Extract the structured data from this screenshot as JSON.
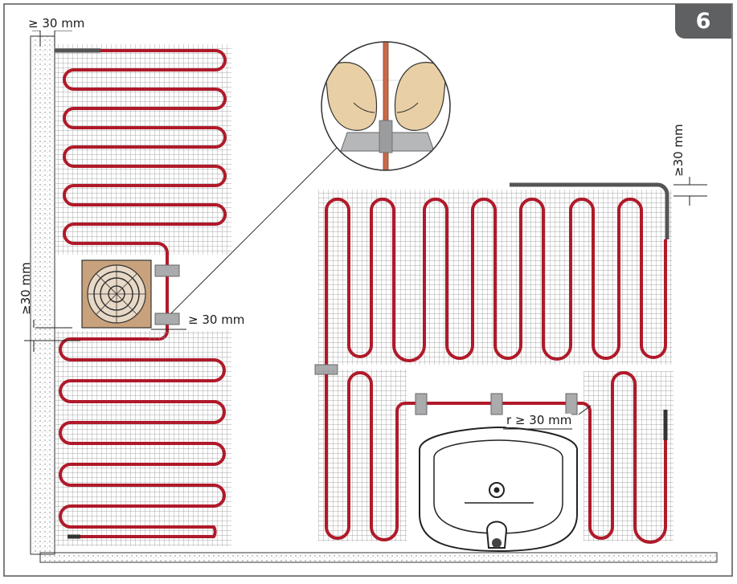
{
  "page": {
    "number": "6"
  },
  "labels": {
    "top_left": "≥ 30 mm",
    "left_vertical": "≥30 mm",
    "drain_right": "≥ 30 mm",
    "right_vertical": "≥30 mm",
    "radius": "r ≥ 30 mm"
  },
  "colors": {
    "cable": "#b01a2a",
    "cable_dark": "#6e0f1a",
    "mesh": "#8a8a8a",
    "tape": "#a9abad",
    "drain": "#c8a27c",
    "frame": "#555555",
    "badge": "#5e6062"
  },
  "icons": [
    "floor-drain-icon",
    "sink-icon",
    "hands-pressing-tape-icon"
  ]
}
